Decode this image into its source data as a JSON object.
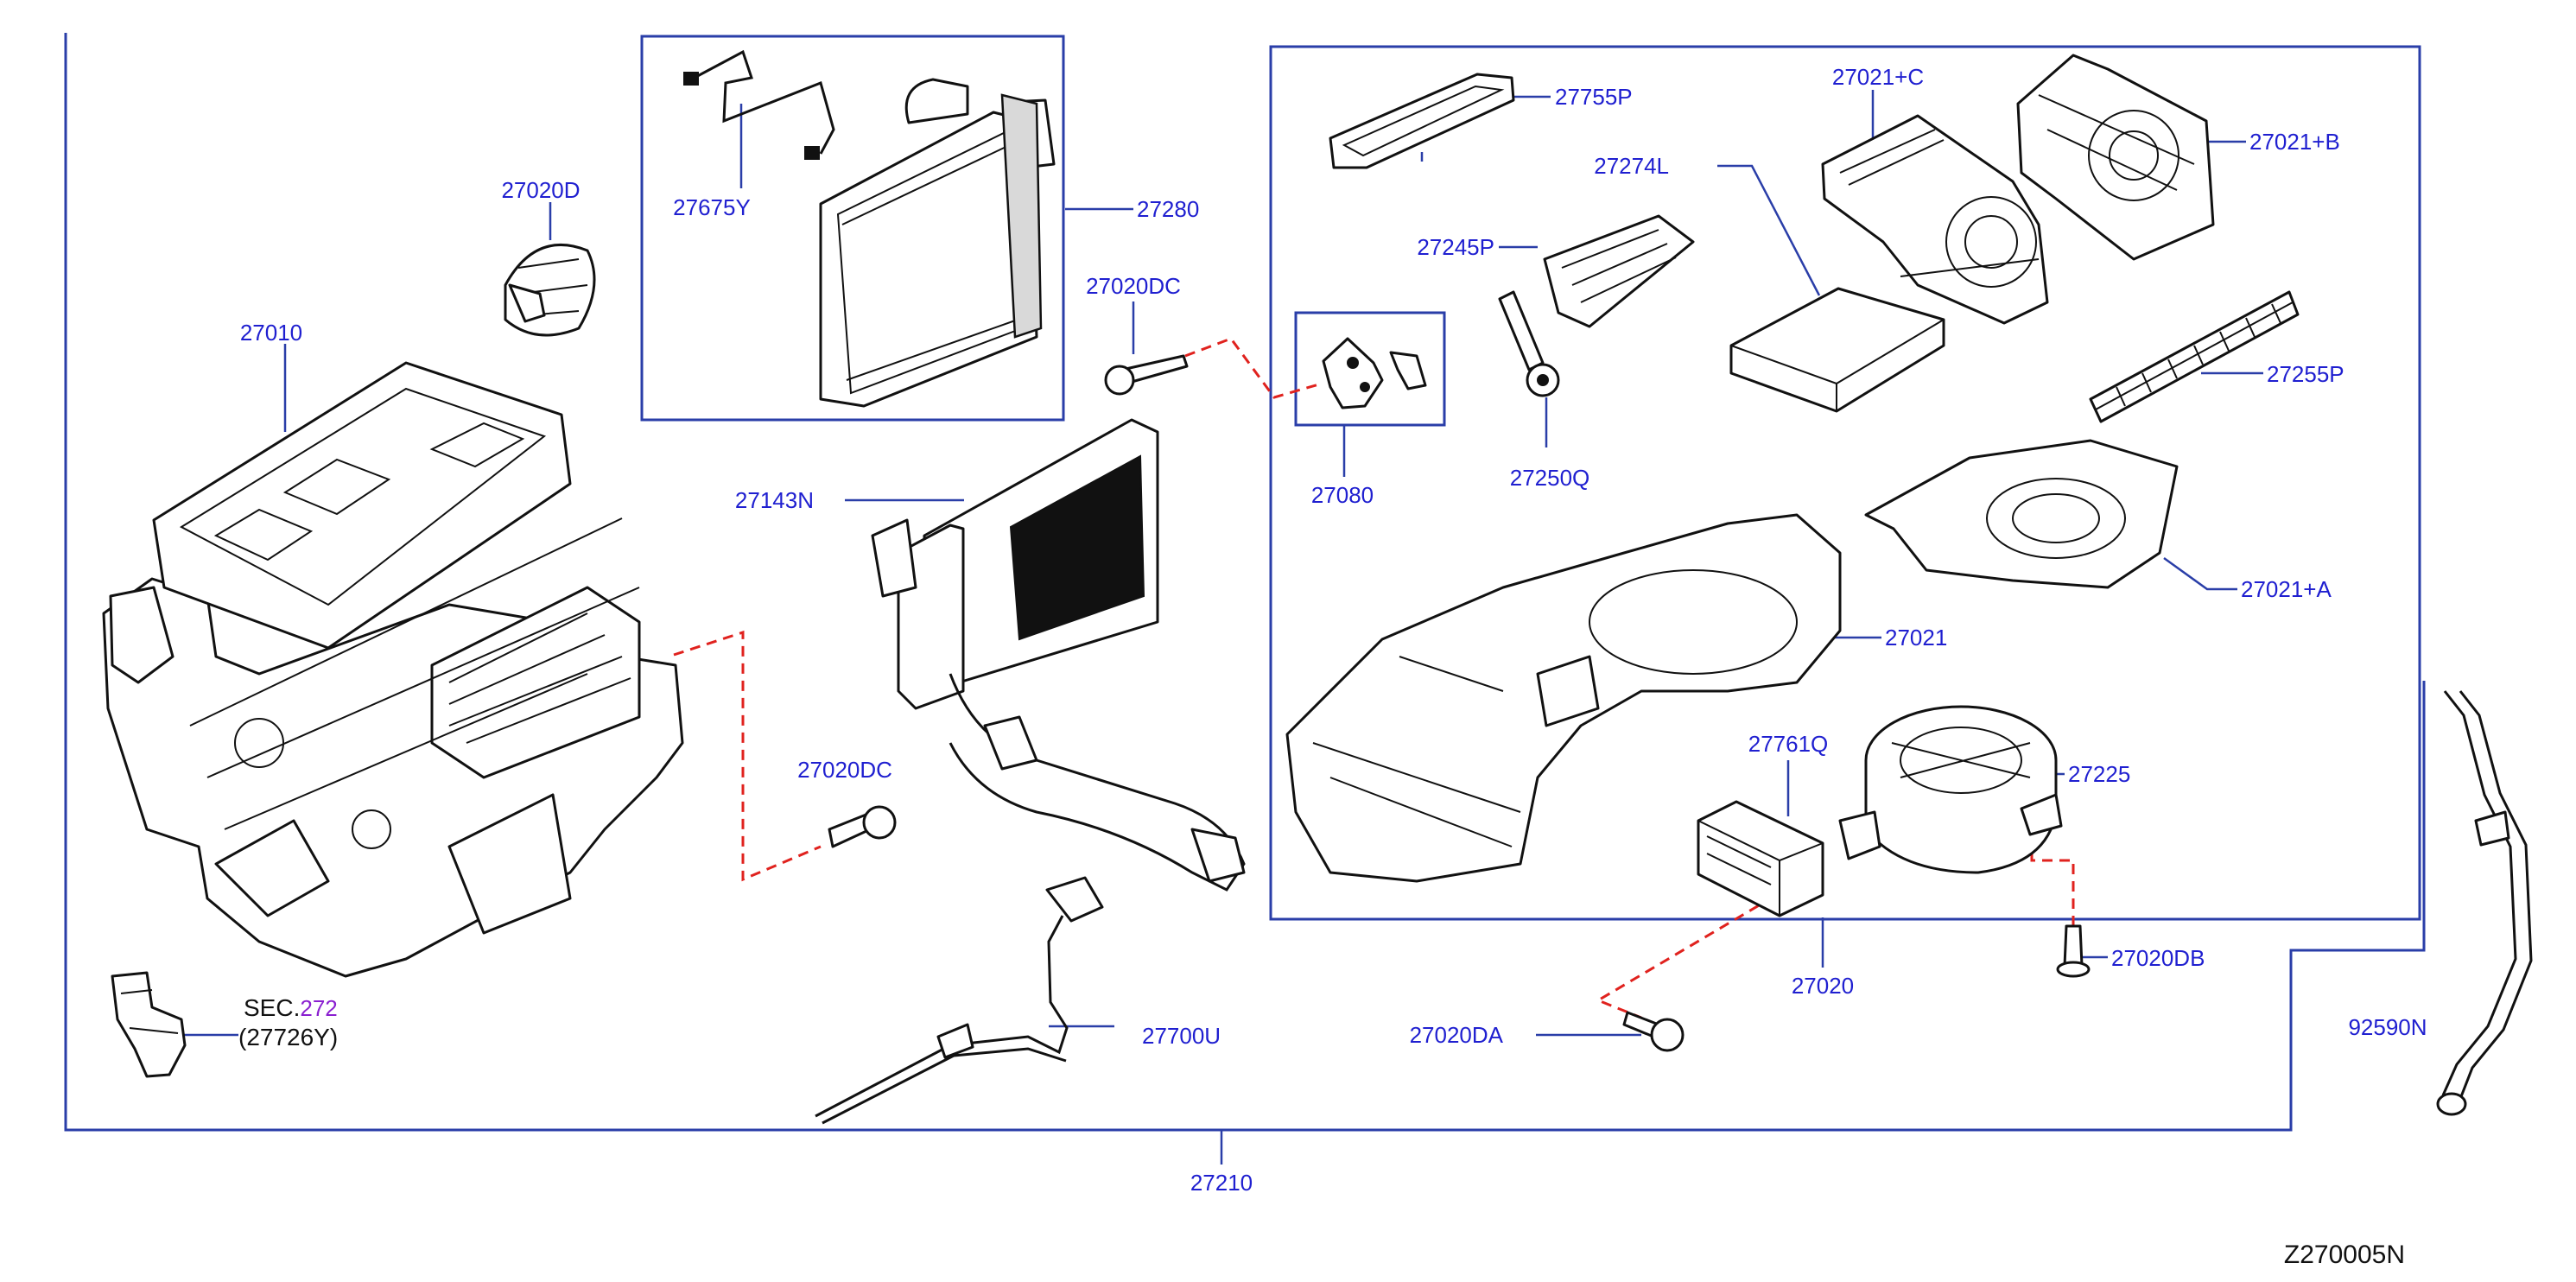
{
  "diagram_code": "Z270005N",
  "labels": {
    "p27010": "27010",
    "p27020D": "27020D",
    "p27675Y": "27675Y",
    "p27280": "27280",
    "p27020DC_top": "27020DC",
    "p27080": "27080",
    "p27143N": "27143N",
    "p27020DC_mid": "27020DC",
    "p27700U": "27700U",
    "p27755P": "27755P",
    "p27274L": "27274L",
    "p27245P": "27245P",
    "p27250Q": "27250Q",
    "p27021C": "27021+C",
    "p27021B": "27021+B",
    "p27255P": "27255P",
    "p27021A": "27021+A",
    "p27021": "27021",
    "p27761Q": "27761Q",
    "p27225": "27225",
    "p27020DB": "27020DB",
    "p27020": "27020",
    "p27020DA": "27020DA",
    "p27210": "27210",
    "p92590N": "92590N",
    "sec_prefix": "SEC.",
    "sec_num": "272",
    "sec_ref": "(27726Y)"
  },
  "colors": {
    "label": "#1f1fd0",
    "frame": "#2a3ea8",
    "dashed_link": "#e0221e",
    "section_ref": "#8a1fd0"
  }
}
